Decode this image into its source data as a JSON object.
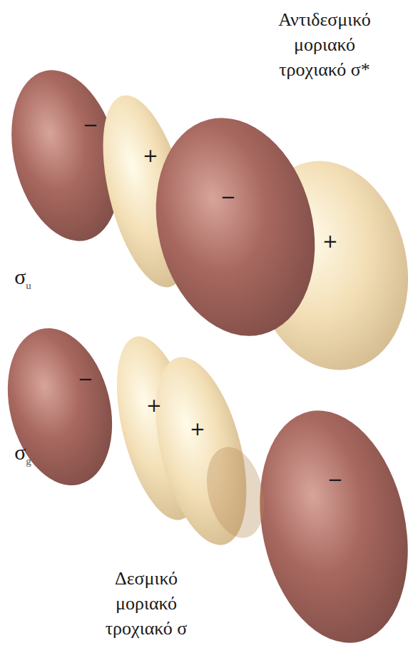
{
  "diagram": {
    "labels": [
      "Αντιδεσμικό μοριακό τροχιακό σ*",
      "−",
      "+",
      "−",
      "+",
      "σu",
      "−",
      "+",
      "+",
      "−",
      "σg",
      "Δεσμικό μοριακό τροχιακό σ"
    ]
  }
}
